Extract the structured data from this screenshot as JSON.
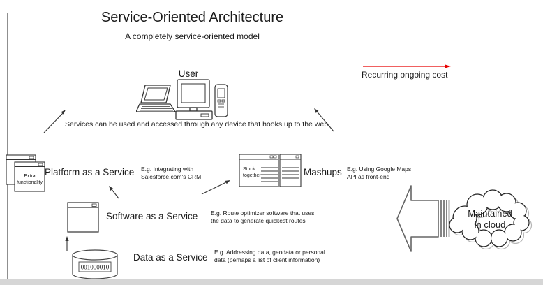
{
  "title": "Service-Oriented Architecture",
  "subtitle": "A completely service-oriented model",
  "user": {
    "label": "User",
    "caption": "Services can be used and accessed through any device that hooks up to the web"
  },
  "cost": {
    "label": "Recurring ongoing cost",
    "arrow_color": "#e80000"
  },
  "platform": {
    "label": "Platform as a Service",
    "example_line1": "E.g. Integrating with",
    "example_line2": "Salesforce.com's CRM",
    "icon_line1": "Extra",
    "icon_line2": "functionality"
  },
  "software": {
    "label": "Software as a Service",
    "example_line1": "E.g. Route optimizer software that uses",
    "example_line2": "the data to generate quickest routes"
  },
  "data_service": {
    "label": "Data as a Service",
    "example_line1": "E.g. Addressing data, geodata or personal",
    "example_line2": "data (perhaps a list of client information)",
    "db_text": "001000010"
  },
  "mashups": {
    "label": "Mashups",
    "example_line1": "E.g. Using Google Maps",
    "example_line2": "API as front-end",
    "icon_line1": "Stuck",
    "icon_line2": "together"
  },
  "cloud": {
    "line1": "Maintained",
    "line2": "in cloud"
  }
}
